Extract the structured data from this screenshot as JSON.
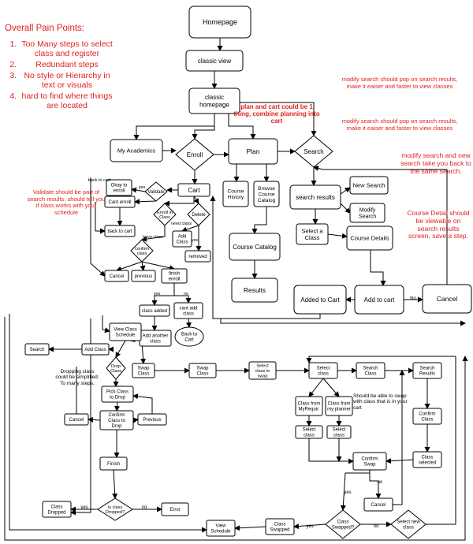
{
  "pain_points": {
    "title": "Overall Pain Points:",
    "items": [
      "Too Many steps to select class and register",
      "Redundant steps",
      "No style or Hierarchy in text or visuals",
      "hard to find where things are located"
    ]
  },
  "notes": {
    "search_modify_1": "modify search should pop on search results, make it eaiser and faster to view classes",
    "search_modify_2": "modify search should pop on search results, make it eaiser and faster to view classes",
    "plan_cart": "plan and cart could be 1 thing, combine planning into cart",
    "modify_new_search": "modify search and new search take you back to the same search.",
    "course_detail": "Course Detail should be viewable on search results screen, save a step.",
    "validate": "Validate should be part of search results. should tell you if class works with your schedule",
    "dropping": "Dropping class could be simplified. To many steps.",
    "swap_planner": "Should be able to swap with class that is in your cart"
  },
  "nodes": {
    "homepage": "Homepage",
    "classic_view": "classic view",
    "classic_homepage": [
      "classic",
      "homepage"
    ],
    "my_academics": "My Academics",
    "enroll": "Enroll",
    "plan": "Plan",
    "search": "Search",
    "new_search": "New Search",
    "search_results": "search results",
    "modify_search": [
      "Modify",
      "Search"
    ],
    "select_a_class": [
      "Select a",
      "Class"
    ],
    "course_details": "Course Details",
    "course_history": [
      "Course",
      "History"
    ],
    "browse_catalog": [
      "Browse",
      "Course",
      "Catalog"
    ],
    "course_catalog": "Course Catalog",
    "results": "Results",
    "added_to_cart": "Added to Cart",
    "add_to_cart": "Add to cart",
    "cancel_main": "Cancel",
    "no_label": "No",
    "cart": "Cart",
    "back_to_cart_label": "back to cart",
    "okay_to_enroll": [
      "Okay to",
      "enroll"
    ],
    "validate": "Validate",
    "yes_label": "yes",
    "cant_enroll": "Cant enroll",
    "back_to_cart": "back to cart",
    "enroll_in_class": [
      "Enroll in",
      "Class"
    ],
    "delete": "Delete",
    "need_class": "need class",
    "add_class": [
      "Add",
      "Class"
    ],
    "yes_2": "yes",
    "removed": "removed",
    "have_class": "have class",
    "confirm_class": [
      "confirm",
      "class"
    ],
    "cancel_enroll": "Cancel",
    "previous_enroll": "previous",
    "finish_enroll": [
      "finish",
      "enroll"
    ],
    "yes_3": "yes",
    "no_3": "no",
    "class_added": "class added",
    "cant_add_class": [
      "cant add",
      "class"
    ],
    "add_another_class": [
      "Add another",
      "class"
    ],
    "back_to_cart_2": [
      "Back to",
      "Cart"
    ],
    "view_class_schedule": [
      "View Class",
      "Schedule"
    ],
    "search_small": "Search",
    "add_class_small": "Add Class",
    "drop_class": [
      "Drop",
      "Class"
    ],
    "swap_class_1": [
      "Swap",
      "Class"
    ],
    "swap_class_2": [
      "Swap",
      "Class"
    ],
    "select_class_to_swap": [
      "Select",
      "class to",
      "swap"
    ],
    "pick_class_to_drop": [
      "Pick Class",
      "to Drop"
    ],
    "cancel_drop": "Cancel",
    "confirm_class_to_drop": [
      "Confirm",
      "Class to",
      "Drop"
    ],
    "previous_drop": "Previous",
    "finish_drop": "Finish",
    "class_dropped": [
      "Class",
      "Dropped"
    ],
    "is_class_dropped": [
      "Is class",
      "Dropped?"
    ],
    "yes_drop": "yes",
    "no_drop": "no",
    "error": "Error",
    "select_class_swap": [
      "Select",
      "class"
    ],
    "search_swap": [
      "Search",
      "Class"
    ],
    "search_results_swap": [
      "Search",
      "Results"
    ],
    "class_from_requir": [
      "Class from",
      "MyRequir."
    ],
    "class_from_planner": [
      "Class from",
      "my planner"
    ],
    "confirm_class_swap": [
      "Confirm",
      "Class"
    ],
    "select_class_a": [
      "Select",
      "class"
    ],
    "select_class_b": [
      "Select",
      "class"
    ],
    "class_selected": [
      "Class",
      "selected"
    ],
    "confirm_swap": [
      "Confirm",
      "Swap"
    ],
    "no_swap": "no",
    "cancel_swap": "Cancel",
    "yes_swap": "yes",
    "class_swapped_q": [
      "Class",
      "Swapped?"
    ],
    "no_swap_2": "no",
    "select_new_class": [
      "Select new",
      "class"
    ],
    "class_swapped": [
      "Class",
      "Swapped"
    ],
    "yes_swapped": "yes",
    "view_schedule": [
      "View",
      "Schedule"
    ]
  }
}
